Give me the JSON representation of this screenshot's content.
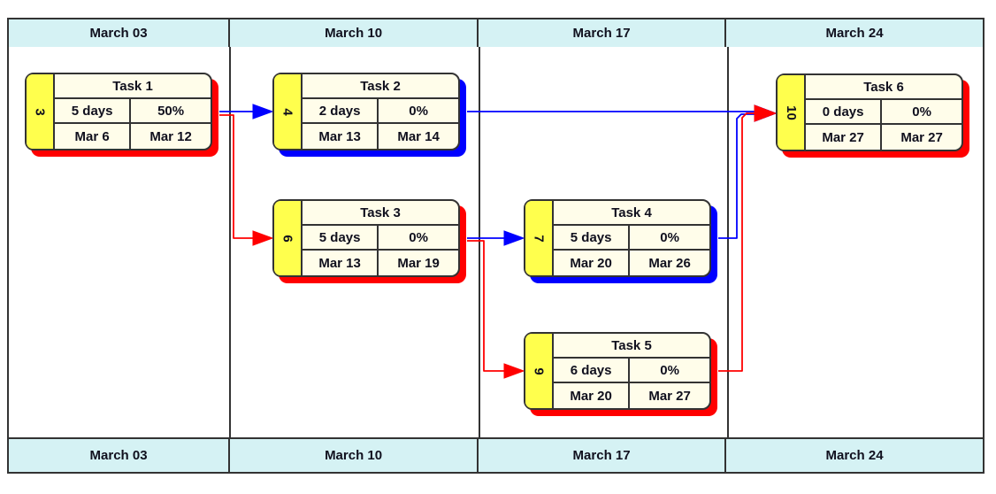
{
  "timescale": {
    "columns": [
      "March 03",
      "March 10",
      "March 17",
      "March 24"
    ]
  },
  "tasks": [
    {
      "id": "3",
      "name": "Task 1",
      "duration": "5 days",
      "percent": "50%",
      "start": "Mar 6",
      "finish": "Mar 12",
      "critical": true
    },
    {
      "id": "4",
      "name": "Task 2",
      "duration": "2 days",
      "percent": "0%",
      "start": "Mar 13",
      "finish": "Mar 14",
      "critical": false
    },
    {
      "id": "6",
      "name": "Task 3",
      "duration": "5 days",
      "percent": "0%",
      "start": "Mar 13",
      "finish": "Mar 19",
      "critical": true
    },
    {
      "id": "7",
      "name": "Task 4",
      "duration": "5 days",
      "percent": "0%",
      "start": "Mar 20",
      "finish": "Mar 26",
      "critical": false
    },
    {
      "id": "9",
      "name": "Task 5",
      "duration": "6 days",
      "percent": "0%",
      "start": "Mar 20",
      "finish": "Mar 27",
      "critical": true
    },
    {
      "id": "10",
      "name": "Task 6",
      "duration": "0 days",
      "percent": "0%",
      "start": "Mar 27",
      "finish": "Mar 27",
      "critical": true
    }
  ],
  "links": [
    {
      "from": "Task 1",
      "to": "Task 2",
      "critical": false
    },
    {
      "from": "Task 2",
      "to": "Task 6",
      "critical": false
    },
    {
      "from": "Task 3",
      "to": "Task 4",
      "critical": false
    },
    {
      "from": "Task 4",
      "to": "Task 6",
      "critical": false
    },
    {
      "from": "Task 1",
      "to": "Task 3",
      "critical": true
    },
    {
      "from": "Task 3",
      "to": "Task 5",
      "critical": true
    },
    {
      "from": "Task 5",
      "to": "Task 6",
      "critical": true
    }
  ],
  "colors": {
    "critical": "#ff0000",
    "noncritical": "#0000ff",
    "node_fill": "#fffdea",
    "id_strip_fill": "#ffff4d",
    "header_fill": "#d5f2f4",
    "border": "#333333",
    "text": "#10101e",
    "background": "#ffffff"
  }
}
